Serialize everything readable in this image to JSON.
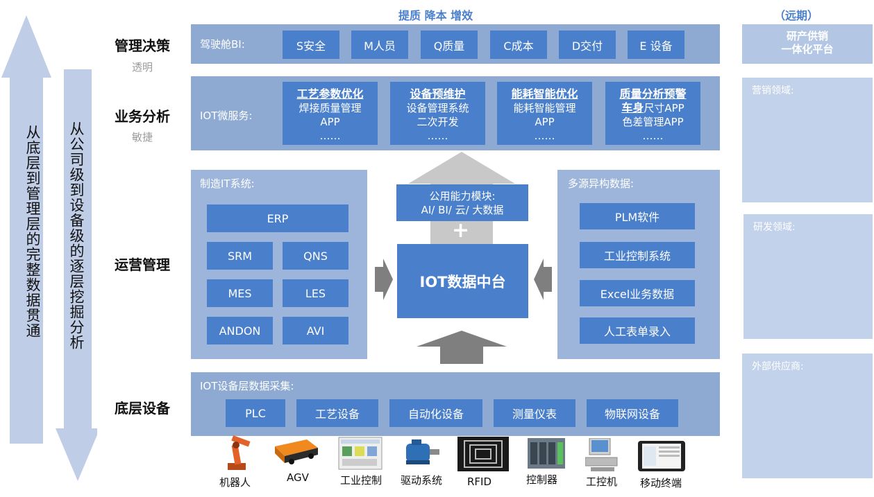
{
  "header": {
    "title": "提质 降本 增效",
    "far_term": "（远期）"
  },
  "rows": [
    {
      "title": "管理决策",
      "subtitle": "透明"
    },
    {
      "title": "业务分析",
      "subtitle": "敏捷"
    },
    {
      "title": "运营管理",
      "subtitle": ""
    },
    {
      "title": "底层设备",
      "subtitle": ""
    }
  ],
  "cockpit": {
    "label": "驾驶舱BI:",
    "items": [
      "S安全",
      "M人员",
      "Q质量",
      "C成本",
      "D交付",
      "E 设备"
    ]
  },
  "iot_services": {
    "label": "IOT微服务:",
    "cards": [
      {
        "head": "工艺参数优化",
        "lines": [
          "焊接质量管理",
          "APP",
          "……"
        ]
      },
      {
        "head": "设备预维护",
        "lines": [
          "设备管理系统",
          "二次开发",
          "……"
        ]
      },
      {
        "head": "能耗智能优化",
        "lines": [
          "能耗智能管理",
          "APP",
          "……"
        ]
      },
      {
        "head": "质量分析预警",
        "lines_bold_first": "车身",
        "lines": [
          "尺寸APP",
          "色差管理APP",
          "……"
        ]
      }
    ]
  },
  "manufacturing_it": {
    "label": "制造IT系统:",
    "erp": "ERP",
    "grid": [
      "SRM",
      "QNS",
      "MES",
      "LES",
      "ANDON",
      "AVI"
    ]
  },
  "hub": {
    "module_line1": "公用能力模块:",
    "module_line2": "AI/ BI/ 云/ 大数据",
    "plus": "+",
    "center": "IOT数据中台"
  },
  "multi_source": {
    "label": "多源异构数据:",
    "items": [
      "PLM软件",
      "工业控制系统",
      "Excel业务数据",
      "人工表单录入"
    ]
  },
  "device_layer": {
    "label": "IOT设备层数据采集:",
    "items": [
      "PLC",
      "工艺设备",
      "自动化设备",
      "测量仪表",
      "物联网设备"
    ]
  },
  "devices": [
    "机器人",
    "AGV",
    "工业控制",
    "驱动系统",
    "RFID",
    "控制器",
    "工控机",
    "移动终端"
  ],
  "left_arrows": {
    "outer": "从底层到管理层的完整数据贯通",
    "inner": "从公司级到设备级的逐层挖掘分析"
  },
  "right_column": {
    "platform_line1": "研产供销",
    "platform_line2": "一体化平台",
    "panels": [
      "营销领域:",
      "研发领域:",
      "外部供应商:"
    ]
  },
  "colors": {
    "band": "#8eaad2",
    "blue_box": "#4a7fcb",
    "arrow": "#bfcde6",
    "gray_arrow": "#a6a6a6"
  }
}
